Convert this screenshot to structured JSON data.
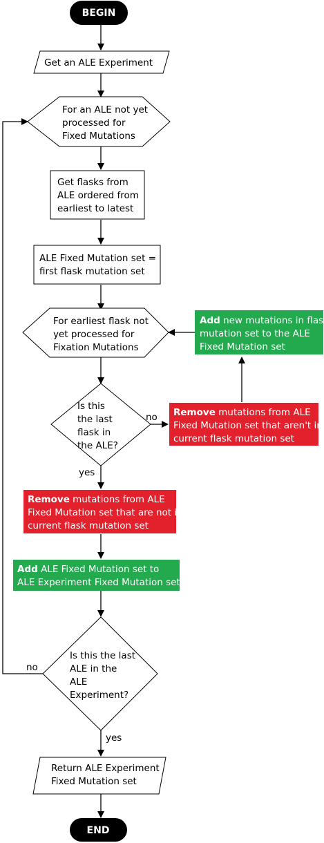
{
  "diagram": {
    "begin": "BEGIN",
    "get_experiment": "Get an ALE Experiment",
    "for_ale": [
      "For an ALE not yet",
      "processed for",
      "Fixed Mutations"
    ],
    "get_flasks": [
      "Get flasks from",
      "ALE ordered from",
      "earliest to latest"
    ],
    "fixed_set_init": [
      "ALE Fixed Mutation set =",
      "first flask mutation set"
    ],
    "for_flask": [
      "For earliest flask not",
      "yet processed for",
      "Fixation Mutations"
    ],
    "is_last_flask": [
      "Is this",
      "the last",
      "flask in",
      "the ALE?"
    ],
    "label_no_1": "no",
    "remove_not_in_current_a": {
      "bold": "Remove",
      "lines": [
        " mutations from ALE",
        "Fixed Mutation set that aren't in",
        "current flask mutation set"
      ]
    },
    "add_new": {
      "bold": "Add",
      "lines": [
        " new mutations in flask",
        "mutation set to the ALE",
        "Fixed Mutation set"
      ]
    },
    "label_yes_1": "yes",
    "remove_not_in_current_b": {
      "bold": "Remove",
      "lines": [
        " mutations from ALE",
        "Fixed Mutation set that are not in",
        "current flask mutation set"
      ]
    },
    "add_to_experiment": {
      "bold": "Add",
      "lines": [
        " ALE Fixed Mutation set to",
        "ALE Experiment Fixed Mutation set"
      ]
    },
    "is_last_ale": [
      "Is this the last",
      "ALE in the",
      "ALE",
      "Experiment?"
    ],
    "label_no_2": "no",
    "label_yes_2": "yes",
    "return_set": [
      "Return ALE Experiment",
      "Fixed Mutation set"
    ],
    "end": "END"
  },
  "colors": {
    "remove": "#e3212d",
    "add": "#23a94e",
    "terminal": "#000000",
    "line": "#000000"
  }
}
